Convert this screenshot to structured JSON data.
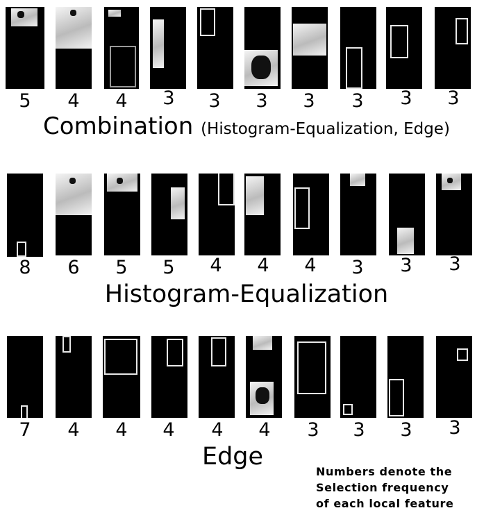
{
  "rows": [
    {
      "caption_main": "Combination",
      "caption_sub": "(Histogram-Equalization, Edge)",
      "frequencies": [
        "5",
        "4",
        "4",
        "3",
        "3",
        "3",
        "3",
        "3",
        "3",
        "3"
      ]
    },
    {
      "caption_main": "Histogram-Equalization",
      "frequencies": [
        "8",
        "6",
        "5",
        "5",
        "4",
        "4",
        "4",
        "3",
        "3",
        "3"
      ]
    },
    {
      "caption_main": "Edge",
      "frequencies": [
        "7",
        "4",
        "4",
        "4",
        "4",
        "4",
        "3",
        "3",
        "3",
        "3"
      ]
    }
  ],
  "note": {
    "line1": "Numbers denote the",
    "line2": "Selection frequency",
    "line3": "of each local feature"
  }
}
